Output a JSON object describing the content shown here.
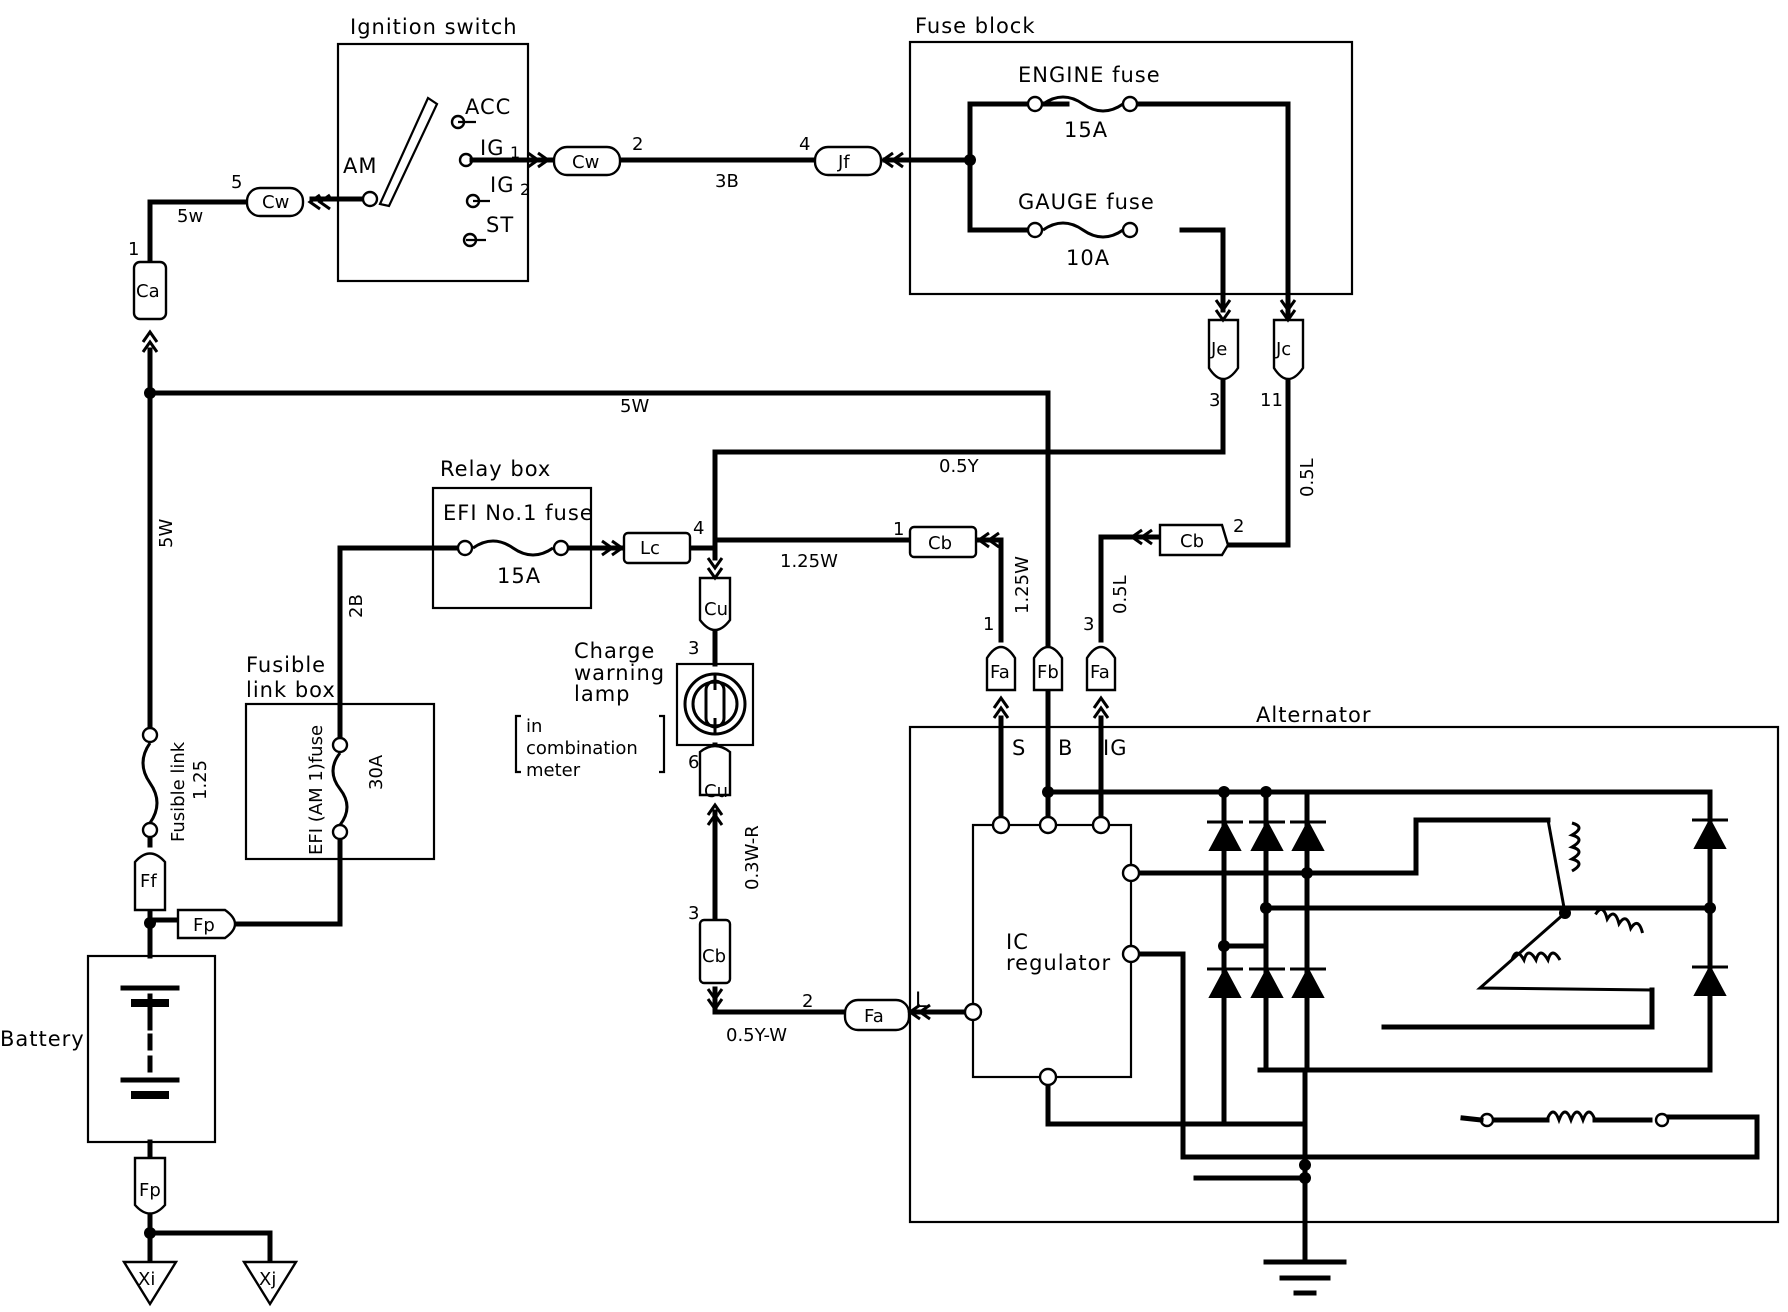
{
  "boxes": {
    "ignition_switch": "Ignition switch",
    "fuse_block": "Fuse block",
    "relay_box": "Relay box",
    "fusible_link_box_1": "Fusible",
    "fusible_link_box_2": "link box",
    "alternator": "Alternator",
    "battery": "Battery",
    "ic_regulator_1": "IC",
    "ic_regulator_2": "regulator"
  },
  "switch_terminals": {
    "am": "AM",
    "acc": "ACC",
    "ig1": "IG",
    "ig1_sub": "1",
    "ig2": "IG",
    "ig2_sub": "2",
    "st": "ST"
  },
  "fuses": {
    "engine_name": "ENGINE fuse",
    "engine_rating": "15A",
    "gauge_name": "GAUGE fuse",
    "gauge_rating": "10A",
    "efi1_name": "EFI No.1 fuse",
    "efi1_rating": "15A",
    "efi_am1_name": "EFI (AM 1)fuse",
    "efi_am1_rating": "30A",
    "fusible_link_1": "Fusible link",
    "fusible_link_2": "1.25"
  },
  "connectors": {
    "cw_left": "Cw",
    "cw_right": "Cw",
    "jf": "Jf",
    "ca": "Ca",
    "je": "Je",
    "jc": "Jc",
    "lc": "Lc",
    "cb_top": "Cb",
    "cb_right": "Cb",
    "cu_top": "Cu",
    "cu_bottom": "Cu",
    "cb_bottom": "Cb",
    "fa_left": "Fa",
    "fb": "Fb",
    "fa_right": "Fa",
    "fa_bottom": "Fa",
    "ff": "Ff",
    "fp_mid": "Fp",
    "fp_bottom": "Fp",
    "xi": "Xi",
    "xj": "Xj"
  },
  "pins": {
    "cw_left": "5",
    "cw_right": "2",
    "jf": "4",
    "ca": "1",
    "je": "3",
    "jc": "11",
    "cu_in": "4",
    "cb_top": "1",
    "cb_right": "2",
    "fa_s": "1",
    "fa_ig": "3",
    "cu_lamp_top": "3",
    "cu_lamp_bottom": "6",
    "cb_bottom": "3",
    "fa_l": "2"
  },
  "wires": {
    "w_5w_top": "5w",
    "w_3b": "3B",
    "w_5W_h": "5W",
    "w_5W_v": "5W",
    "w_05y": "0.5Y",
    "w_05l_right": "0.5L",
    "w_2b": "2B",
    "w_125w_h": "1.25W",
    "w_125w_v": "1.25W",
    "w_05l_mid": "0.5L",
    "w_03wr": "0.3W-R",
    "w_05yw": "0.5Y-W"
  },
  "alt_terminals": {
    "s": "S",
    "b": "B",
    "ig": "IG",
    "l": "L"
  },
  "lamp": {
    "l1": "Charge",
    "l2": "warning",
    "l3": "lamp",
    "note1": "in",
    "note2": "combination",
    "note3": "meter"
  }
}
